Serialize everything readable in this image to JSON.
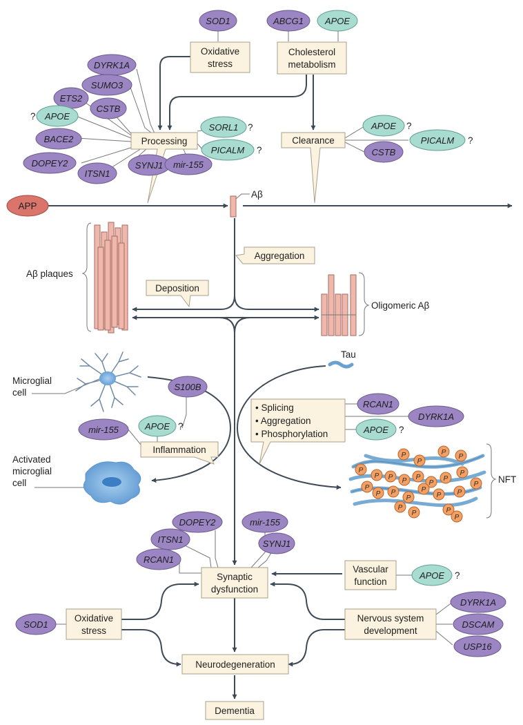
{
  "colors": {
    "gene_purple": "#9b85c2",
    "gene_teal": "#a8dcd1",
    "app_red": "#d9756b",
    "process_box": "#fbf3df",
    "arrow": "#3e4a55",
    "abeta_pink": "#f0b8ad",
    "microglia_blue": "#6fa9dd",
    "tau_blue": "#6aa2cf",
    "phospho_orange": "#f1a066"
  },
  "genes": {
    "sod1_top": "SOD1",
    "abcg1": "ABCG1",
    "apoe_chol": "APOE",
    "dyrk1a_proc": "DYRK1A",
    "sumo3": "SUMO3",
    "ets2": "ETS2",
    "apoe_proc": "APOE",
    "cstb_proc": "CSTB",
    "bace2": "BACE2",
    "dopey2_proc": "DOPEY2",
    "itsn1_proc": "ITSN1",
    "synj1_proc": "SYNJ1",
    "mir155_proc": "mir-155",
    "sorl1": "SORL1",
    "picalm_proc": "PICALM",
    "apoe_clear": "APOE",
    "picalm_clear": "PICALM",
    "cstb_clear": "CSTB",
    "s100b": "S100B",
    "apoe_infl": "APOE",
    "mir155_infl": "mir-155",
    "rcan1_tau": "RCAN1",
    "dyrk1a_tau": "DYRK1A",
    "apoe_tau": "APOE",
    "dopey2_syn": "DOPEY2",
    "mir155_syn": "mir-155",
    "itsn1_syn": "ITSN1",
    "synj1_syn": "SYNJ1",
    "rcan1_syn": "RCAN1",
    "apoe_vasc": "APOE",
    "sod1_bottom": "SOD1",
    "dyrk1a_dev": "DYRK1A",
    "dscam": "DSCAM",
    "usp16": "USP16"
  },
  "uncertain_mark": "?",
  "app": "APP",
  "abeta": "Aβ",
  "tau": "Tau",
  "phospho": "P",
  "processes": {
    "oxidative_stress_top": [
      "Oxidative",
      "stress"
    ],
    "cholesterol": [
      "Cholesterol",
      "metabolism"
    ],
    "processing": "Processing",
    "clearance": "Clearance",
    "aggregation": "Aggregation",
    "deposition": "Deposition",
    "inflammation": "Inflammation",
    "tau_steps": [
      "• Splicing",
      "• Aggregation",
      "• Phosphorylation"
    ],
    "synaptic": [
      "Synaptic",
      "dysfunction"
    ],
    "vascular": [
      "Vascular",
      "function"
    ],
    "oxidative_stress_bottom": [
      "Oxidative",
      "stress"
    ],
    "nervous": [
      "Nervous system",
      "development"
    ],
    "neurodegeneration": "Neurodegeneration",
    "dementia": "Dementia"
  },
  "labels": {
    "plaques": "Aβ plaques",
    "oligomeric": "Oligomeric Aβ",
    "microglial": [
      "Microglial",
      "cell"
    ],
    "activated": [
      "Activated",
      "microglial",
      "cell"
    ],
    "nft": "NFT"
  }
}
